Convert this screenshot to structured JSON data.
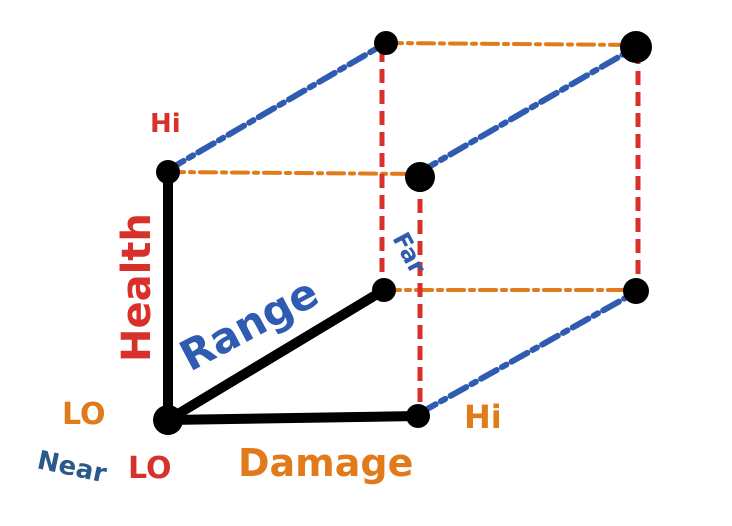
{
  "colors": {
    "axis": "#000000",
    "health": "#d8302a",
    "damage": "#e07a1a",
    "range": "#2f5bb0",
    "near": "#2a5a8a"
  },
  "labels": {
    "health_axis": "Health",
    "range_axis": "Range",
    "damage_axis": "Damage",
    "health_hi": "Hi",
    "damage_hi": "Hi",
    "range_far": "Far",
    "damage_lo": "LO",
    "health_lo": "LO",
    "range_near": "Near"
  }
}
